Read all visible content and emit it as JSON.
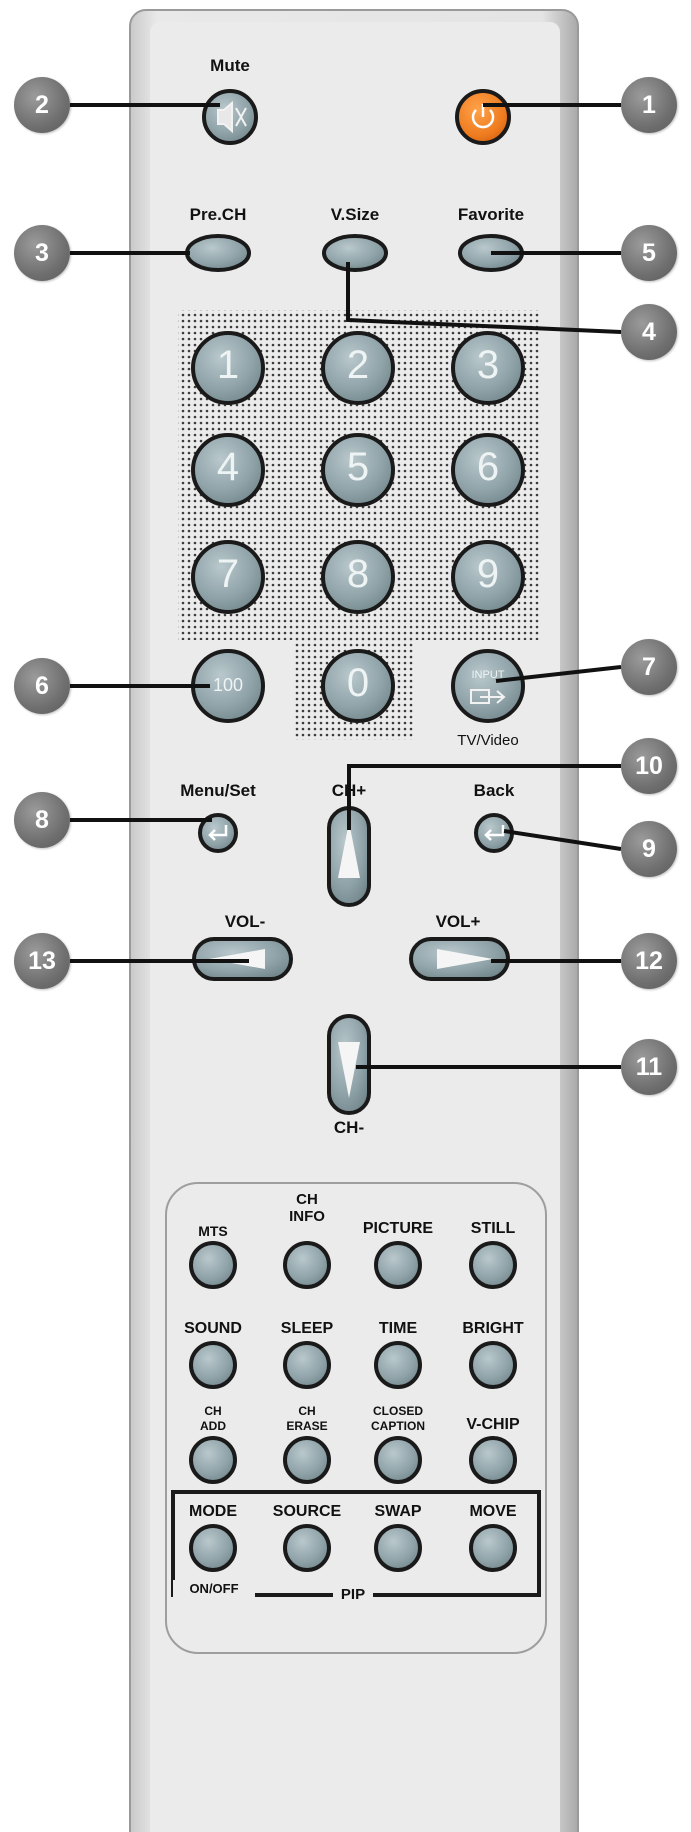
{
  "remote": {
    "top": {
      "mute_label": "Mute"
    },
    "row2": {
      "prech_label": "Pre.CH",
      "vsize_label": "V.Size",
      "favorite_label": "Favorite"
    },
    "digits": [
      "1",
      "2",
      "3",
      "4",
      "5",
      "6",
      "7",
      "8",
      "9",
      "0"
    ],
    "hundred_label": "100",
    "input": {
      "word": "INPUT",
      "caption": "TV/Video"
    },
    "nav": {
      "menu_label": "Menu/Set",
      "back_label": "Back",
      "chplus_label": "CH+",
      "chminus_label": "CH-",
      "volminus_label": "VOL-",
      "volplus_label": "VOL+"
    },
    "function_buttons": {
      "mts": "MTS",
      "ch_info": "CH\nINFO",
      "picture": "PICTURE",
      "still": "STILL",
      "sound": "SOUND",
      "sleep": "SLEEP",
      "time": "TIME",
      "bright": "BRIGHT",
      "ch_add": "CH\nADD",
      "ch_erase": "CH\nERASE",
      "closed_caption": "CLOSED\nCAPTION",
      "vchip": "V-CHIP"
    },
    "pip": {
      "title": "PIP",
      "mode": "MODE",
      "source": "SOURCE",
      "swap": "SWAP",
      "move": "MOVE",
      "on_off": "ON/OFF"
    }
  },
  "callouts": [
    "1",
    "2",
    "3",
    "4",
    "5",
    "6",
    "7",
    "8",
    "9",
    "10",
    "11",
    "12",
    "13"
  ],
  "colors": {
    "body": "#e6e6e6",
    "body_edge": "#b5b5b5",
    "button_fill": "#8fa3a9",
    "button_stroke": "#1a1a1a",
    "power": "#ee7a1e",
    "callout": "#7a7a7a"
  }
}
